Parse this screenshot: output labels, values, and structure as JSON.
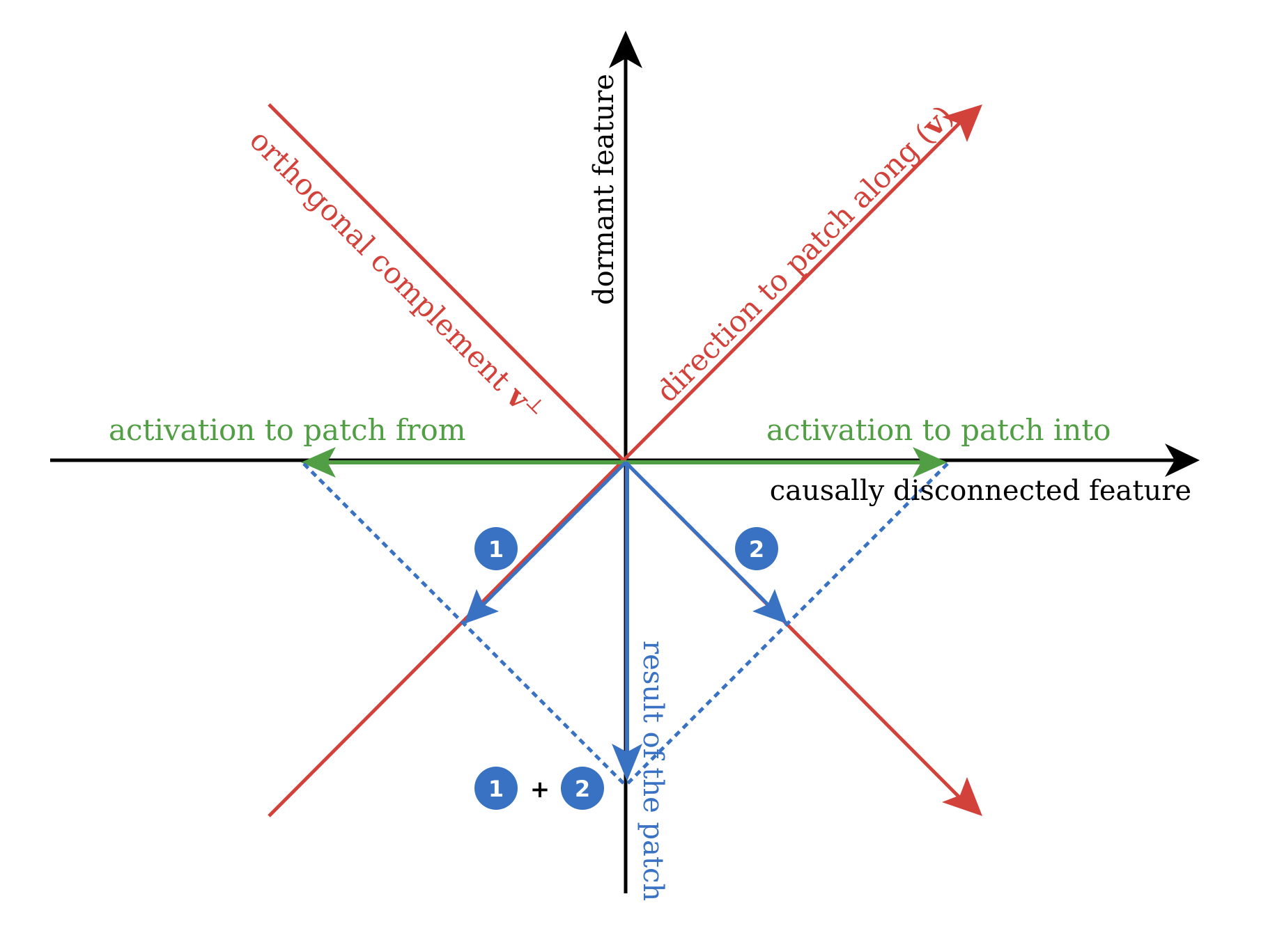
{
  "colors": {
    "axis": "#000000",
    "red": "#d2413a",
    "green": "#519e45",
    "blue": "#3a72c3",
    "badge_text": "#ffffff"
  },
  "labels": {
    "y_axis": "dormant feature",
    "x_axis": "causally disconnected feature",
    "direction_v": "direction to patch along (",
    "direction_v_symbol": "v",
    "direction_v_close": ")",
    "orthogonal": "orthogonal complement ",
    "orthogonal_symbol": "v",
    "orthogonal_sup": "⊥",
    "patch_from": "activation to patch from",
    "patch_into": "activation to patch into",
    "result": "result of the patch"
  },
  "badges": {
    "one": "1",
    "two": "2",
    "plus": "+"
  }
}
